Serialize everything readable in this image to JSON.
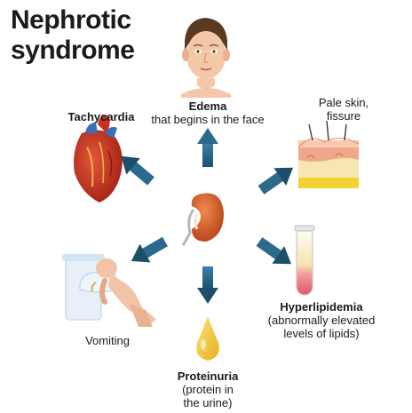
{
  "title": {
    "line1": "Nephrotic",
    "line2": "syndrome"
  },
  "symptoms": {
    "edema": {
      "title": "Edema",
      "desc": "that begins in the face"
    },
    "tachycardia": {
      "title": "Tachycardia"
    },
    "pale_skin": {
      "line1": "Pale skin,",
      "line2": "fissure"
    },
    "hyperlipidemia": {
      "title": "Hyperlipidemia",
      "line1": "(abnormally elevated",
      "line2": "levels of lipids)"
    },
    "vomiting": {
      "title": "Vomiting"
    },
    "proteinuria": {
      "title": "Proteinuria",
      "line1": "(protein in",
      "line2": "the urine)"
    }
  },
  "colors": {
    "arrow": "#2c6a8c",
    "arrow_dark": "#1d4f6b",
    "kidney": "#d1582a",
    "heart": "#c8311f",
    "skin_tone": "#f1c3a6",
    "urine": "#f2c634"
  },
  "icons": [
    "face-icon",
    "heart-icon",
    "skin-layer-icon",
    "kidney-icon",
    "test-tube-icon",
    "toilet-vomiting-icon",
    "urine-drop-icon"
  ]
}
